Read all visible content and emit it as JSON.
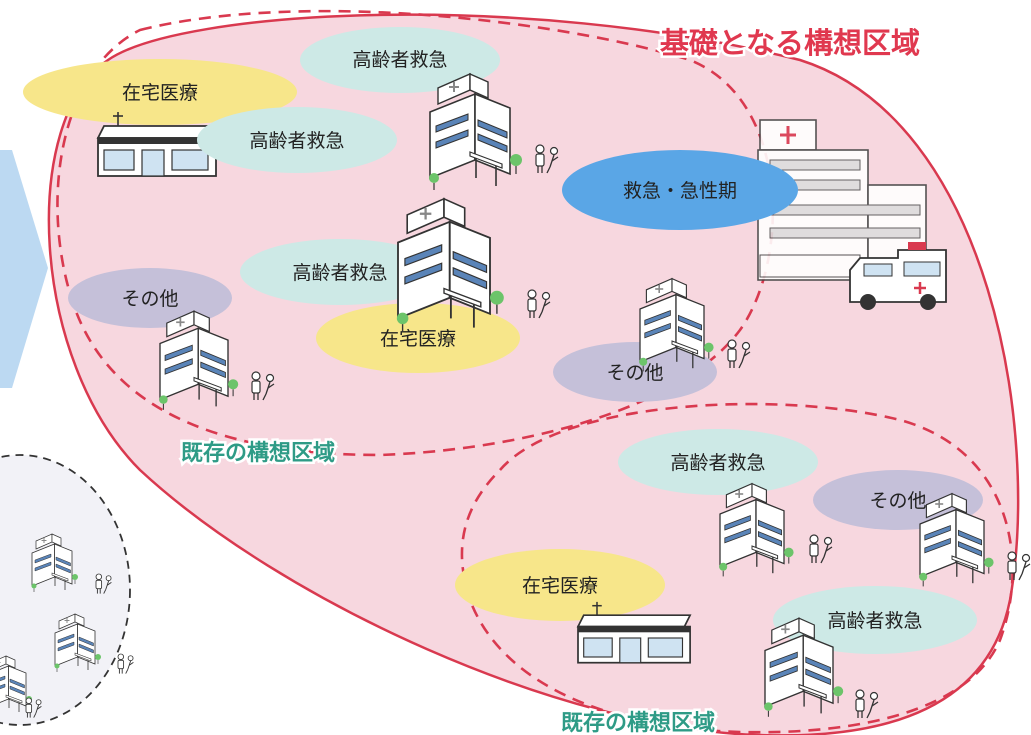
{
  "regions": {
    "base": "基礎となる構想区域",
    "existing_upper": "既存の構想区域",
    "existing_lower": "既存の構想区域"
  },
  "functions": {
    "home_care": "在宅医療",
    "elderly_emergency": "高齢者救急",
    "emergency_acute": "救急・急性期",
    "other": "その他"
  },
  "colors": {
    "region_fill": "#f7d7df",
    "region_stroke": "#d9394f",
    "zone_text_red": "#e0384f",
    "zone_text_teal": "#2e9b86",
    "home_care": "#f7e68a",
    "elderly_emergency": "#cde9e6",
    "emergency_acute": "#5aa6e6",
    "other": "#c5c0d9",
    "arrow": "#bcd9f2"
  }
}
